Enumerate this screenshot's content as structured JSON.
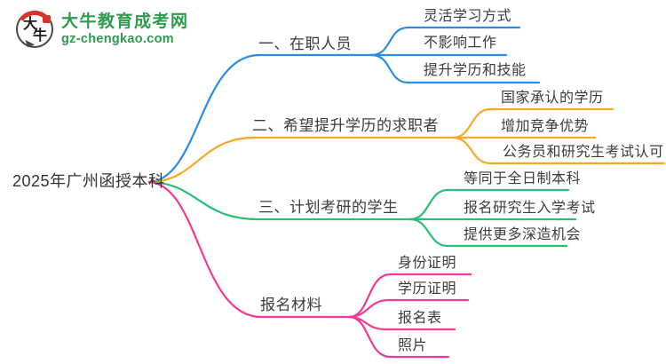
{
  "brand": {
    "name": "大牛教育成考网",
    "domain": "gz-chengkao.com",
    "logo_chars": [
      "大",
      "牛"
    ],
    "color": "#2e9b4d",
    "seal_color": "#d7342b"
  },
  "root": {
    "label": "2025年广州函授本科"
  },
  "branches": [
    {
      "label": "一、在职人员",
      "color": "#2b8ce6",
      "children": [
        "灵活学习方式",
        "不影响工作",
        "提升学历和技能"
      ]
    },
    {
      "label": "二、希望提升学历的求职者",
      "color": "#f7a825",
      "children": [
        "国家承认的学历",
        "增加竞争优势",
        "公务员和研究生考试认可"
      ]
    },
    {
      "label": "三、计划考研的学生",
      "color": "#2abf76",
      "children": [
        "等同于全日制本科",
        "报名研究生入学考试",
        "提供更多深造机会"
      ]
    },
    {
      "label": "报名材料",
      "color": "#f23a92",
      "children": [
        "身份证明",
        "学历证明",
        "报名表",
        "照片"
      ]
    }
  ]
}
